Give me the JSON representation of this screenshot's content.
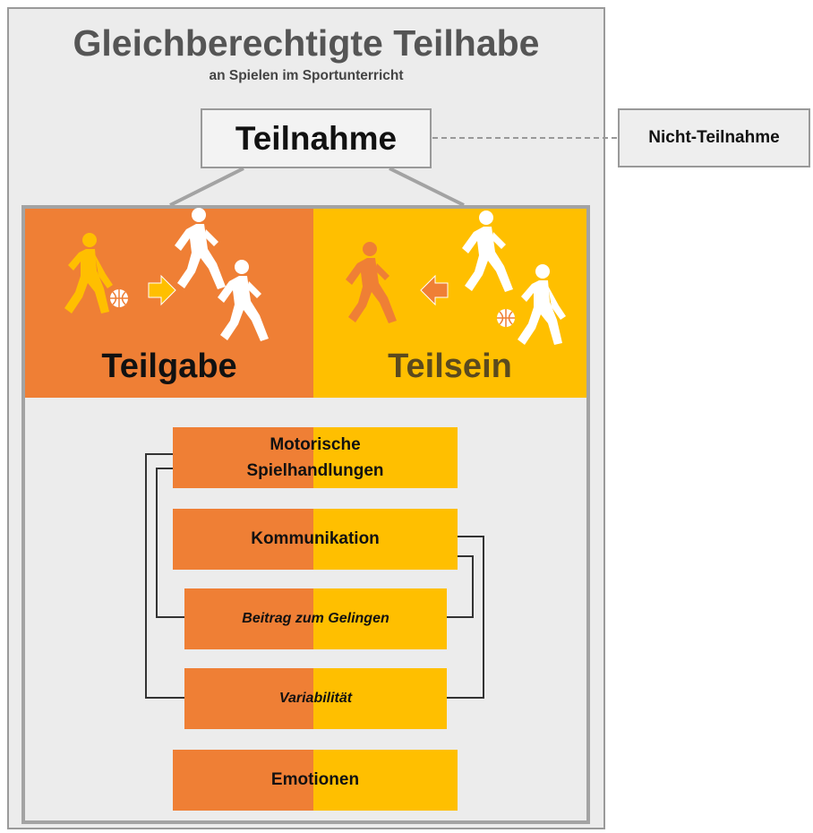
{
  "header": {
    "title": "Gleichberechtigte Teilhabe",
    "subtitle": "an Spielen im Sportunterricht"
  },
  "top_box": {
    "label": "Teilnahme"
  },
  "side_box": {
    "label": "Nicht-Teilnahme"
  },
  "panels": {
    "left": {
      "label": "Teilgabe",
      "icons": [
        "basketball-player-icon",
        "arrow-right-icon",
        "walking-person-icon",
        "walking-person-icon"
      ]
    },
    "right": {
      "label": "Teilsein",
      "icons": [
        "walking-person-icon",
        "arrow-left-icon",
        "walking-person-icon",
        "basketball-player-icon"
      ]
    }
  },
  "dimensions": [
    {
      "line1": "Motorische",
      "line2": "Spielhandlungen"
    },
    {
      "label": "Kommunikation"
    },
    {
      "label": "Beitrag zum Gelingen"
    },
    {
      "label": "Variabilität"
    },
    {
      "label": "Emotionen"
    }
  ],
  "colors": {
    "orange": "#ef7f35",
    "yellow": "#ffbf00",
    "gray_border": "#9a9a9a",
    "background": "#ececec"
  }
}
